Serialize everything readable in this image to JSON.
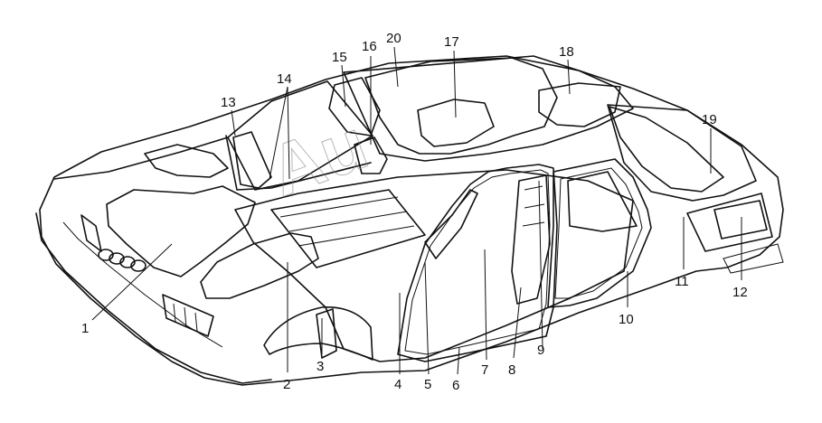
{
  "callouts": [
    "1",
    "2",
    "3",
    "4",
    "5",
    "6",
    "7",
    "8",
    "9",
    "10",
    "11",
    "12",
    "13",
    "14",
    "15",
    "16",
    "17",
    "18",
    "19",
    "20"
  ],
  "watermark": "Au",
  "colors": {
    "ink": "#111111",
    "paper": "#ffffff",
    "speckle": "#9a9a9a"
  }
}
